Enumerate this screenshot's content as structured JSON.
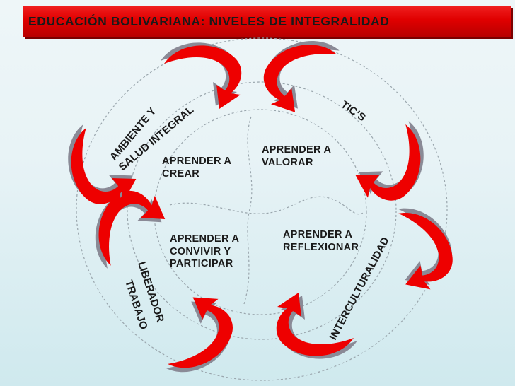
{
  "title": "EDUCACIÓN BOLIVARIANA: NIVELES DE INTEGRALIDAD",
  "axes": {
    "ambiente": [
      "AMBIENTE Y",
      "SALUD INTEGRAL"
    ],
    "tics": "TIC’S",
    "interculturalidad": "INTERCULTURALIDAD",
    "trabajo": [
      "TRABAJO",
      "LIBERADOR"
    ]
  },
  "learning": {
    "crear": [
      "APRENDER A",
      "CREAR"
    ],
    "valorar": [
      "APRENDER A",
      "VALORAR"
    ],
    "convivir": [
      "APRENDER A",
      "CONVIVIR Y",
      "PARTICIPAR"
    ],
    "reflexionar": [
      "APRENDER A",
      "REFLEXIONAR"
    ]
  },
  "colors": {
    "accent": "#ee0000",
    "title_bar": "#e00000",
    "text": "#1a1a1a",
    "shadow": "#8a8a96"
  }
}
